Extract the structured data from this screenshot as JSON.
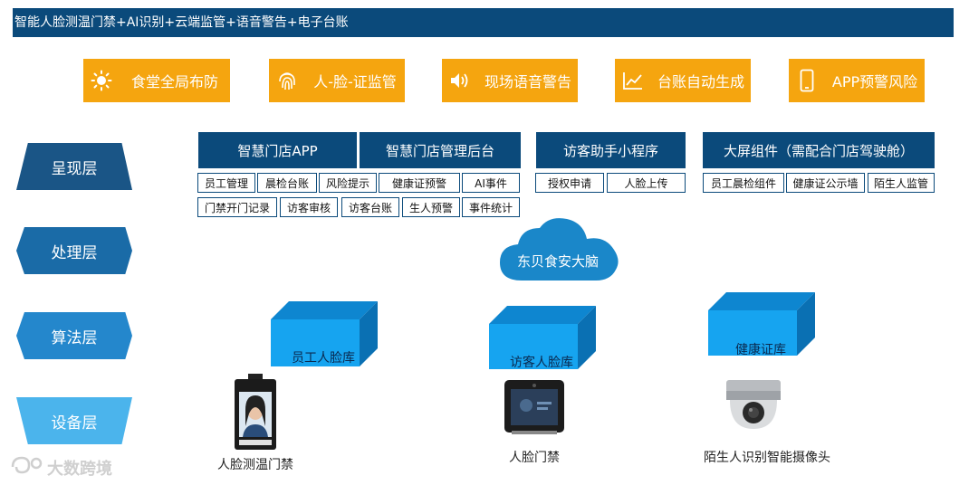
{
  "title": "智能人脸测温门禁+AI识别+云端监管+语音警告+电子台账",
  "features": [
    {
      "label": "食堂全局布防",
      "icon": "sun-icon"
    },
    {
      "label": "人-脸-证监管",
      "icon": "fingerprint-icon"
    },
    {
      "label": "现场语音警告",
      "icon": "speaker-icon"
    },
    {
      "label": "台账自动生成",
      "icon": "line-chart-icon"
    },
    {
      "label": "APP预警风险",
      "icon": "smartphone-icon"
    }
  ],
  "layers": [
    "呈现层",
    "处理层",
    "算法层",
    "设备层"
  ],
  "presentation": {
    "app_header": "智慧门店APP",
    "backend_header": "智慧门店管理后台",
    "row1": [
      "员工管理",
      "晨检台账",
      "风险提示",
      "健康证预警",
      "AI事件"
    ],
    "row2": [
      "门禁开门记录",
      "访客审核",
      "访客台账",
      "生人预警",
      "事件统计"
    ],
    "visitor": {
      "header": "访客助手小程序",
      "items": [
        "授权申请",
        "人脸上传"
      ]
    },
    "screen": {
      "header": "大屏组件（需配合门店驾驶舱）",
      "items": [
        "员工晨检组件",
        "健康证公示墙",
        "陌生人监管"
      ]
    }
  },
  "cloud_label": "东贝食安大脑",
  "databases": [
    "员工人脸库",
    "访客人脸库",
    "健康证库"
  ],
  "devices": [
    "人脸测温门禁",
    "人脸门禁",
    "陌生人识别智能摄像头"
  ],
  "watermark": "大数跨境",
  "colors": {
    "navy": "#0b4a7b",
    "orange": "#f5a50f",
    "cube": "#16a4f0"
  }
}
